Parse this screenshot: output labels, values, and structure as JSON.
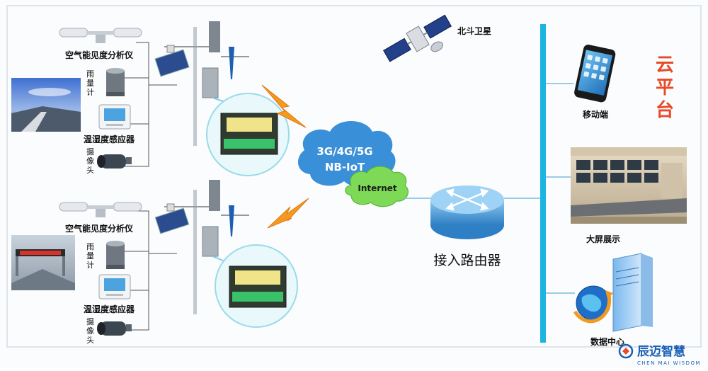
{
  "labels": {
    "beidou_satellite": "北斗卫星",
    "visibility_analyzer_top": "空气能见度分析仪",
    "rain_gauge_top": "雨量计",
    "temp_humidity_top": "温湿度感应器",
    "camera_top": "摄像头",
    "visibility_analyzer_bottom": "空气能见度分析仪",
    "rain_gauge_bottom": "雨量计",
    "temp_humidity_bottom": "温湿度感应器",
    "camera_bottom": "摄像头",
    "network_line1": "3G/4G/5G",
    "network_line2": "NB-IoT",
    "internet": "Internet",
    "router": "接入路由器",
    "mobile": "移动端",
    "big_screen": "大屏展示",
    "data_center": "数据中心",
    "cloud_platform": "云平台",
    "brand_name": "辰迈智慧",
    "brand_sub": "CHEN MAI WISDOM"
  },
  "colors": {
    "cloud_blue": "#3a8fd9",
    "internet_green": "#7ed957",
    "router_blue": "#5aa9e6",
    "bus_cyan": "#1cb5e0",
    "cloud_platform_red": "#e84a27",
    "brand_blue": "#1a5fb4"
  }
}
